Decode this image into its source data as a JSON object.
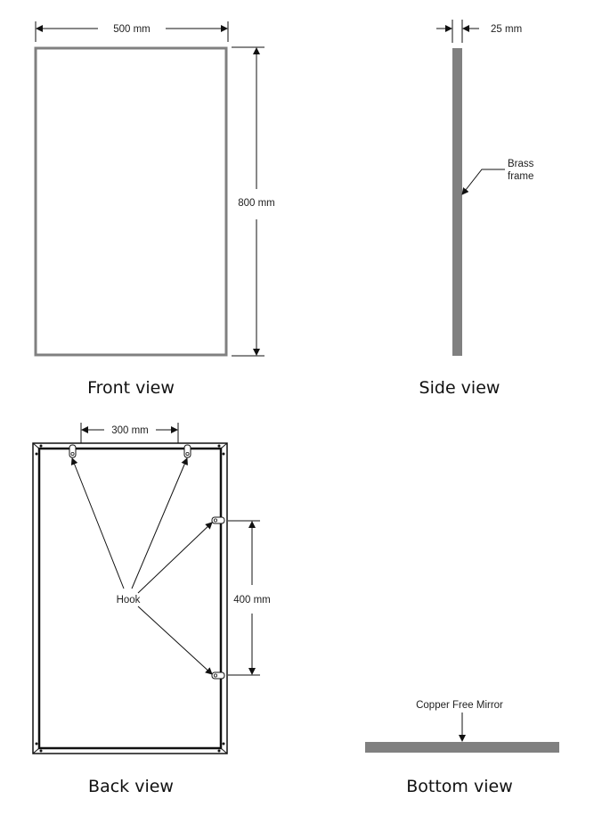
{
  "front": {
    "title": "Front view",
    "width_label": "500 mm",
    "height_label": "800 mm"
  },
  "side": {
    "title": "Side view",
    "depth_label": "25 mm",
    "frame_label_1": "Brass",
    "frame_label_2": "frame"
  },
  "back": {
    "title": "Back view",
    "hook_spacing_label": "300 mm",
    "hook_label": "Hook",
    "vertical_spacing_label": "400 mm"
  },
  "bottom": {
    "title": "Bottom view",
    "mirror_label": "Copper Free Mirror"
  },
  "colors": {
    "frame_gray": "#808080",
    "line": "#111111"
  }
}
